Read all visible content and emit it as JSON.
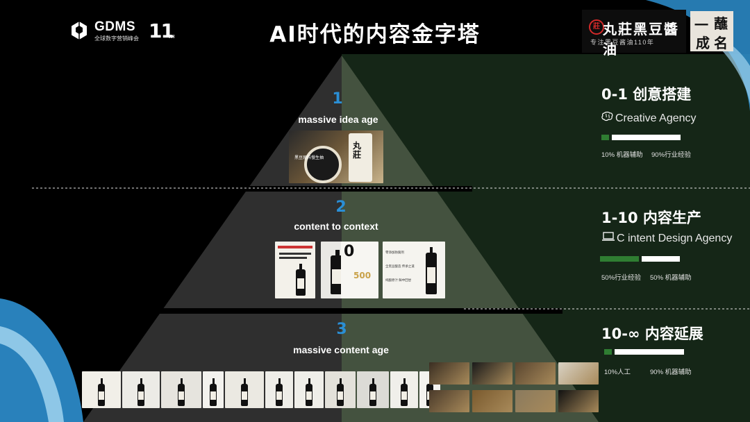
{
  "header": {
    "gdms": "GDMS",
    "gdms_sub": "全球数字营销峰会",
    "eleven": "11",
    "eleven_sup": "TH",
    "title": "AI时代的内容金字塔",
    "brand_name": "丸莊黑豆醬油",
    "brand_seal": "莊",
    "brand_sub": "专注黑豆酱油110年",
    "calligraphy": [
      "一",
      "蘸",
      "成",
      "名"
    ]
  },
  "pyramid": {
    "tiers": [
      {
        "num": "1",
        "label": "massive idea age"
      },
      {
        "num": "2",
        "label": "content to context"
      },
      {
        "num": "3",
        "label": "massive content age"
      }
    ],
    "thumb_text": {
      "t1_caption": "黑豆原料慢生抽",
      "t2_big_number": "500",
      "t2_zero": "0",
      "t2_list": [
        "零添加防腐剂",
        "全黑豆酿造 传承之道",
        "纯酿原汁 鲜中回甘"
      ]
    }
  },
  "sections": [
    {
      "title": "0-1 创意搭建",
      "agency_icon": "brain-icon",
      "agency": "Creative Agency",
      "bar_fraction_green": 0.1,
      "bar_labels": [
        "10% 机器辅助",
        "90%行业经验"
      ]
    },
    {
      "title": "1-10 内容生产",
      "agency_icon": "laptop-icon",
      "agency": "C intent Design Agency",
      "bar_fraction_green": 0.5,
      "bar_labels": [
        "50%行业经验",
        "50% 机器辅助"
      ]
    },
    {
      "title": "10-∞ 内容延展",
      "agency_icon": "",
      "agency": "",
      "bar_fraction_green": 0.1,
      "bar_labels": [
        "10%人工",
        "90% 机器辅助"
      ]
    }
  ],
  "colors": {
    "pyramid_left": "#2f2f2f",
    "pyramid_right": "#44523f",
    "right_panel": "#152617",
    "accent_blue": "#2a8fd6",
    "bar_green": "#2f7d32"
  }
}
